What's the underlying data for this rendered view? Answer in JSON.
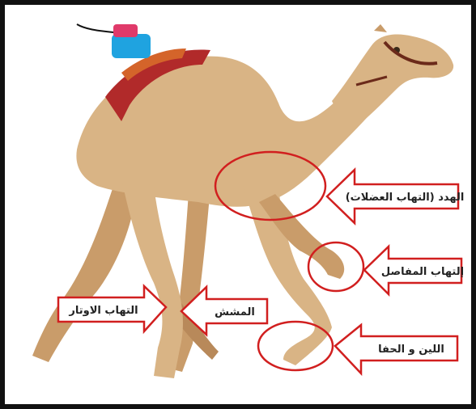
{
  "labels": {
    "muscles": "الهدد (التهاب العضلات)",
    "joints": "إلتهاب المفاصل",
    "tendons": "التهاب الاوتار",
    "cramp": "المشش",
    "feet": "اللين و الحفا"
  },
  "colors": {
    "arrow_stroke": "#d11f1f",
    "arrow_fill": "#ffffff",
    "circle_stroke": "#d11f1f",
    "camel_body": "#d9b485",
    "camel_shade": "#b8895a",
    "frame": "#111111"
  }
}
